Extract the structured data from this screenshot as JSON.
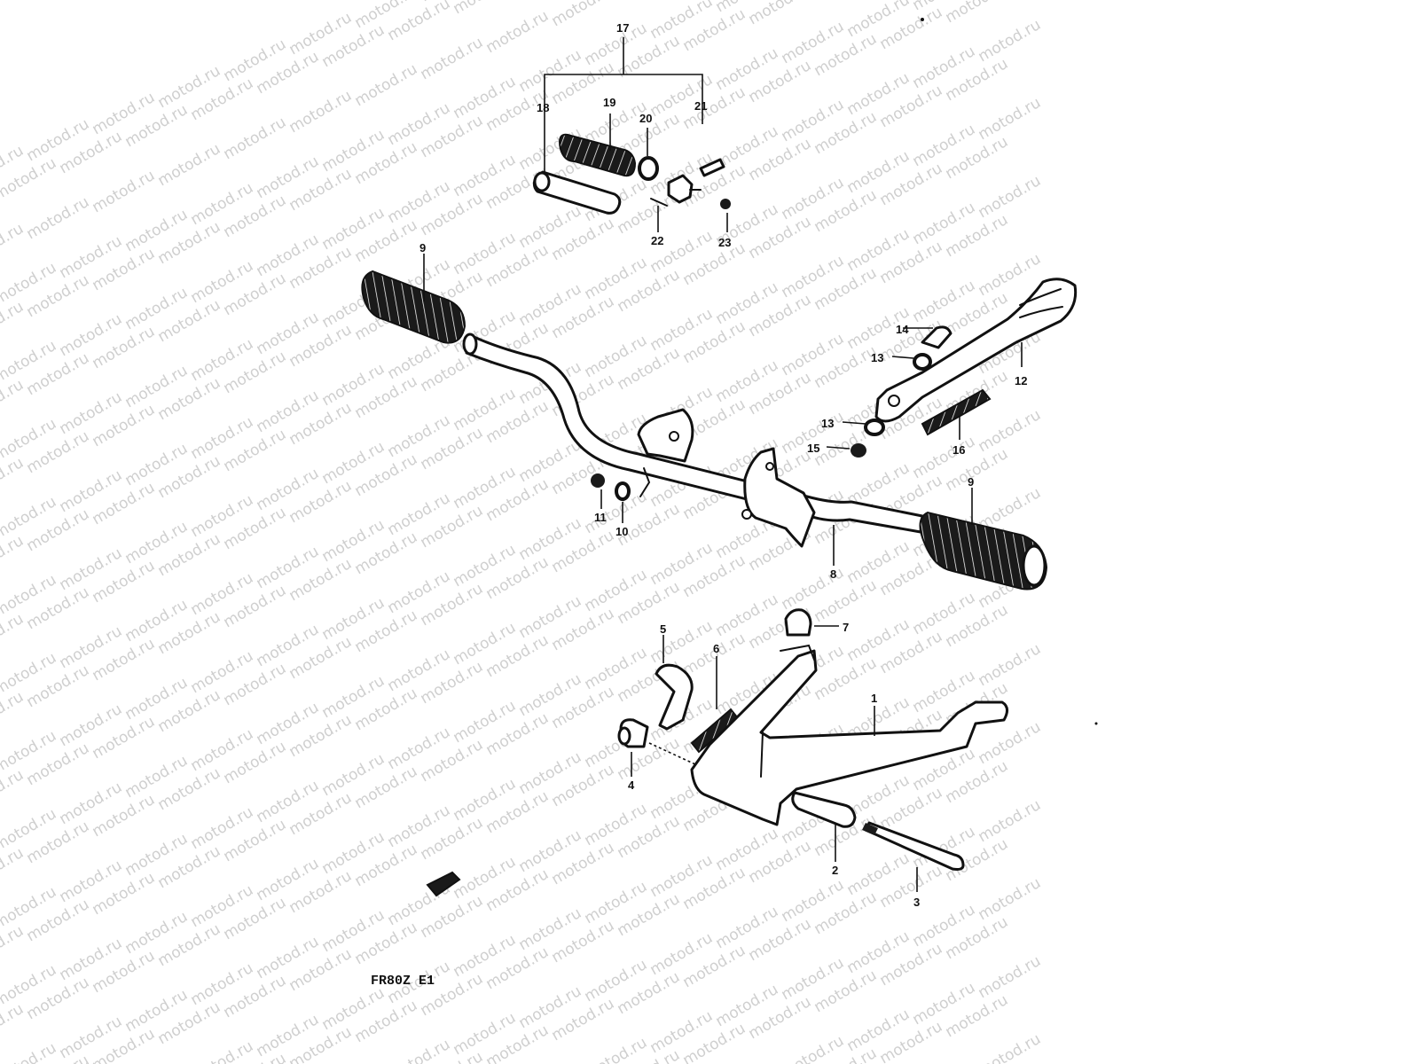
{
  "watermark": "motod.ru",
  "drawing_code": "FR80Z E1",
  "callouts": {
    "c1": "1",
    "c2": "2",
    "c3": "3",
    "c4": "4",
    "c5": "5",
    "c6": "6",
    "c7": "7",
    "c8": "8",
    "c9a": "9",
    "c9b": "9",
    "c10": "10",
    "c11": "11",
    "c12": "12",
    "c13a": "13",
    "c13b": "13",
    "c14": "14",
    "c15": "15",
    "c16": "16",
    "c17": "17",
    "c18": "18",
    "c19": "19",
    "c20": "20",
    "c21": "21",
    "c22": "22",
    "c23": "23"
  },
  "colors": {
    "ink": "#111111",
    "paper": "#ffffff",
    "watermark": "#cfcfcf"
  }
}
